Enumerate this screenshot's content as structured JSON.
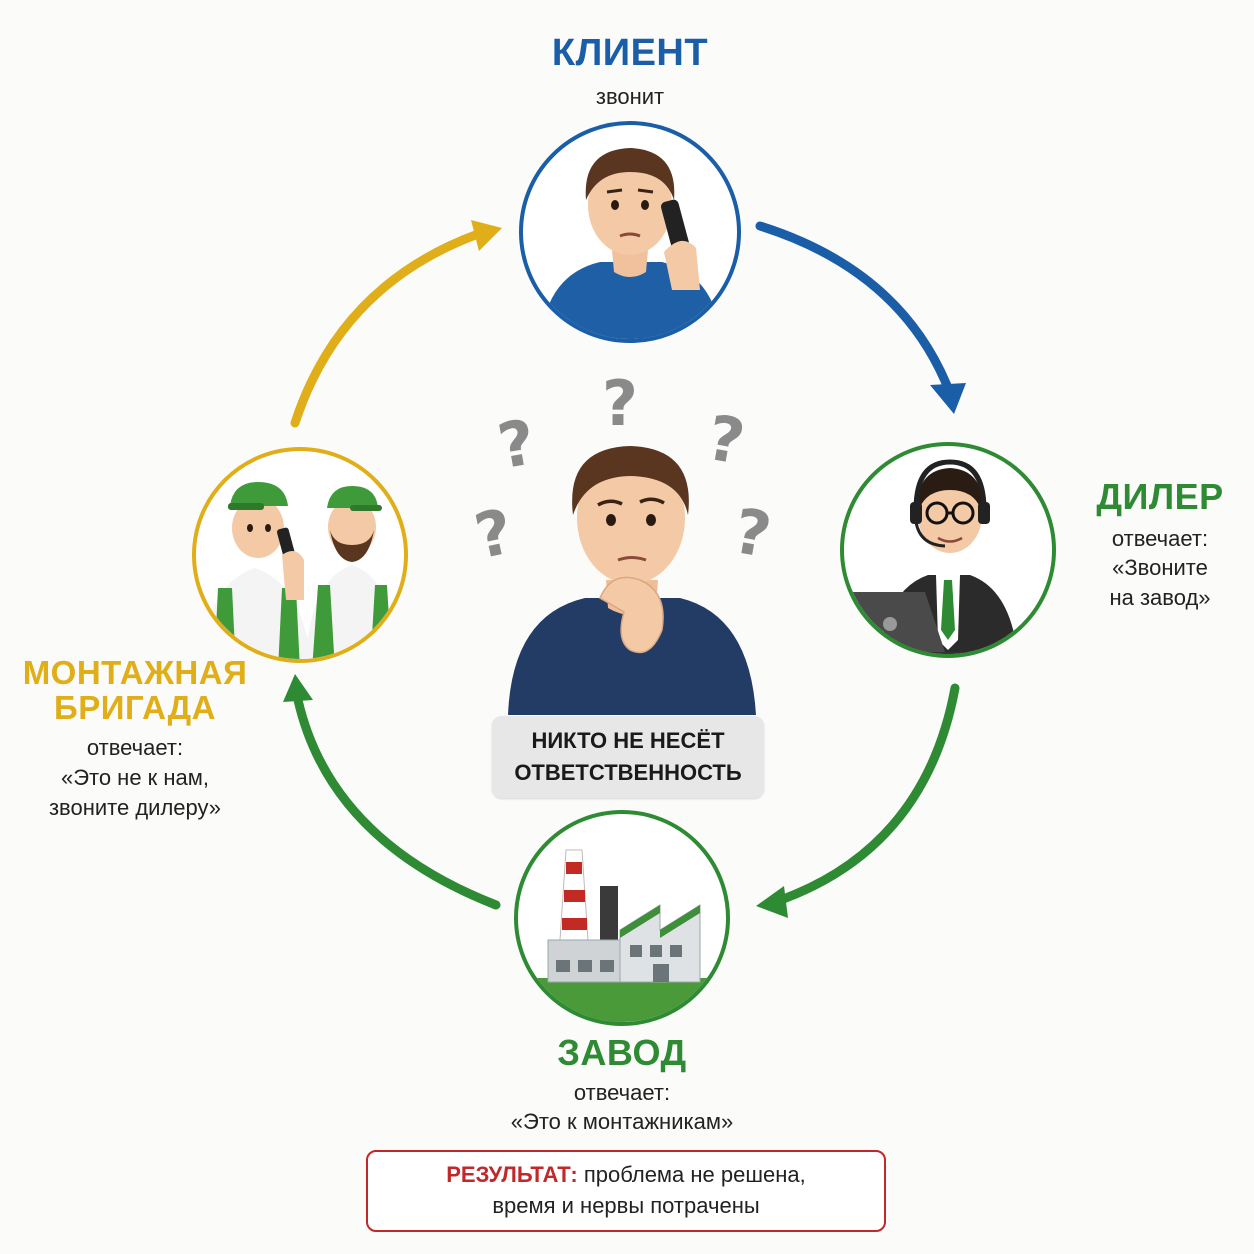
{
  "colors": {
    "client": "#1a5ea8",
    "dealer": "#2e8b34",
    "factory": "#2e8b34",
    "brigade": "#e0ae18",
    "result": "#c0282a"
  },
  "client": {
    "title": "КЛИЕНТ",
    "subtitle": "звонит"
  },
  "dealer": {
    "title": "ДИЛЕР",
    "lines": [
      "отвечает:",
      "«Звоните",
      "на завод»"
    ]
  },
  "factory": {
    "title": "ЗАВОД",
    "lines": [
      "отвечает:",
      "«Это к монтажникам»"
    ]
  },
  "brigade": {
    "title_lines": [
      "МОНТАЖНАЯ",
      "БРИГАДА"
    ],
    "lines": [
      "отвечает:",
      "«Это не к нам,",
      "звоните дилеру»"
    ]
  },
  "center": {
    "badge_lines": [
      "НИКТО НЕ НЕСЁТ",
      "ОТВЕТСТВЕННОСТЬ"
    ],
    "question_mark": "?"
  },
  "result": {
    "label": "РЕЗУЛЬТАТ:",
    "line1": "проблема не решена,",
    "line2": "время и нервы потрачены"
  },
  "icons": [
    "person-on-phone-icon",
    "dealer-with-headset-icon",
    "factory-icon",
    "workers-icon",
    "confused-person-icon",
    "question-mark-icon"
  ]
}
